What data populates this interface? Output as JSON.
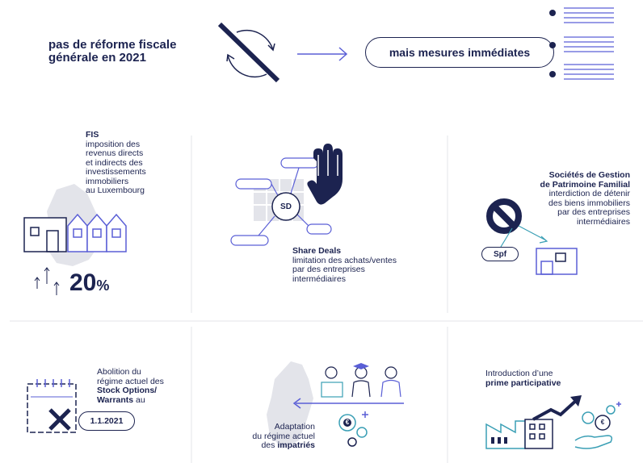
{
  "header": {
    "title_line1": "pas de réforme fiscale",
    "title_line2": "générale en 2021",
    "pill": "mais mesures immédiates"
  },
  "fis": {
    "title": "FIS",
    "line1": "imposition des",
    "line2": "revenus directs",
    "line3": "et indirects des",
    "line4": "investissements",
    "line5": "immobiliers",
    "line6": "au Luxembourg",
    "percent_value": "20",
    "percent_unit": "%"
  },
  "share_deals": {
    "badge": "SD",
    "title": "Share Deals",
    "line1": "limitation des achats/ventes",
    "line2": "par des entreprises",
    "line3": "intermédiaires"
  },
  "spf": {
    "title1": "Sociétés de Gestion",
    "title2": "de Patrimoine Familial",
    "line1": "interdiction de détenir",
    "line2": "des biens immobiliers",
    "line3": "par des entreprises",
    "line4": "intermédiaires",
    "badge": "Spf"
  },
  "stock_options": {
    "line1": "Abolition du",
    "line2": "régime actuel des",
    "bold1": "Stock Options/",
    "bold2": "Warrants",
    "tail": " au",
    "date": "1.1.2021"
  },
  "impatries": {
    "line1": "Adaptation",
    "line2": "du régime actuel",
    "pre": "des ",
    "bold": "impatriés",
    "coin_symbol": "€"
  },
  "prime": {
    "line1": "Introduction d’une",
    "bold": "prime participative",
    "coin_symbol": "€"
  },
  "colors": {
    "navy": "#1c2350",
    "accent": "#5a5fd6",
    "teal": "#3a9fb5",
    "grey": "#d9dbe2"
  }
}
